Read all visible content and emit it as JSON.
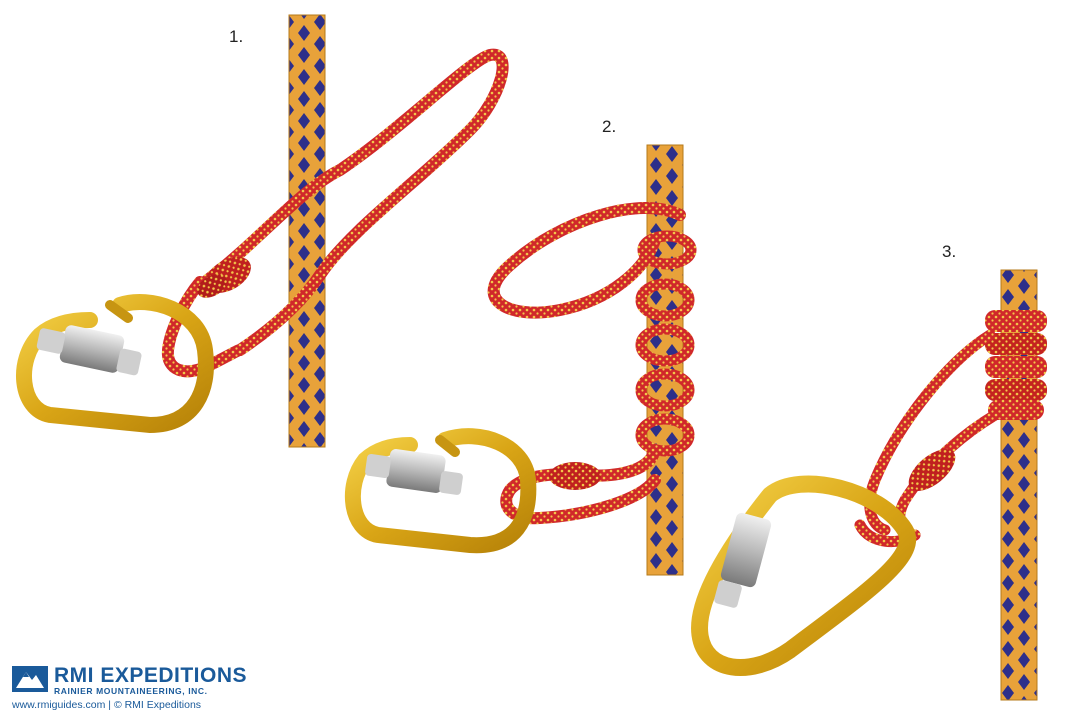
{
  "steps": [
    {
      "label": "1."
    },
    {
      "label": "2."
    },
    {
      "label": "3."
    }
  ],
  "brand": {
    "name": "RMI EXPEDITIONS",
    "subtitle": "RAINIER MOUNTAINEERING, INC.",
    "website": "www.rmiguides.com",
    "separator": "|",
    "copyright": "© RMI Expeditions",
    "color": "#1a5a9a"
  },
  "colors": {
    "main_rope": "#e8a23a",
    "main_rope_pattern": "#2d2f8a",
    "cord": "#d0282a",
    "cord_dots": "#f3c84a",
    "carabiner": "#e2b01e",
    "gate_sleeve": "#c9c9c9"
  }
}
